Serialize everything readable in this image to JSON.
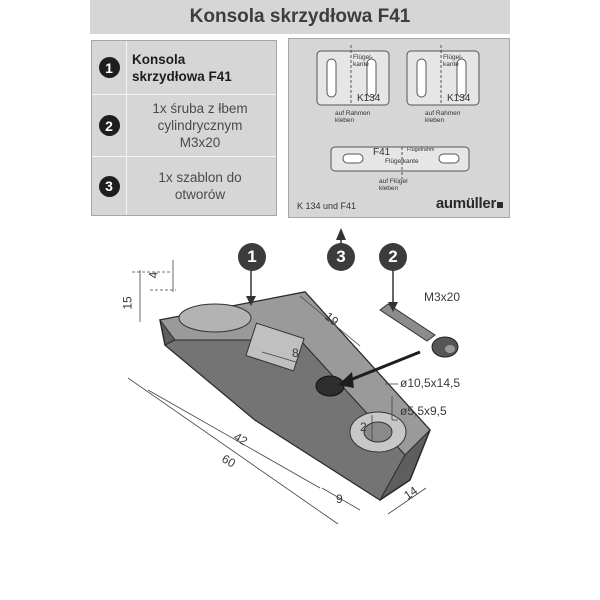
{
  "title": "Konsola skrzydłowa F41",
  "parts": [
    {
      "num": "1",
      "text": "Konsola\nskrzydłowa F41"
    },
    {
      "num": "2",
      "text": "1x  śruba z łbem\ncylindrycznym\nM3x20"
    },
    {
      "num": "3",
      "text": "1x  szablon do\notworów"
    }
  ],
  "template": {
    "label_fluegelkante_1": "Flügel-\nkante",
    "label_k134_1": "K134",
    "label_rahmen_1": "auf Rahmen\nkleben",
    "label_fluegelkante_2": "Flügel-\nkante",
    "label_k134_2": "K134",
    "label_rahmen_2": "auf Rahmen\nkleben",
    "label_f41": "F41",
    "label_fluegelrahmen": "Flügelrahm",
    "label_fluegelkante_3": "Flügelkante",
    "label_fluegel_kleben": "auf Flügel\nkleben",
    "code": "K 134 und F41",
    "brand": "aumüller"
  },
  "callouts": {
    "c1": "1",
    "c2": "2",
    "c3": "3"
  },
  "dimensions": {
    "screw": "M3x20",
    "d_15": "15",
    "d_4": "4",
    "d_19": "19",
    "d_8": "8",
    "d_42": "42",
    "d_60": "60",
    "d_9": "9",
    "d_14": "14",
    "d_2": "2",
    "hole_large": "ø10,5x14,5",
    "hole_small": "ø5,5x9,5"
  },
  "colors": {
    "panel": "#d6d6d6",
    "part": "#6e6e6e",
    "badge": "#3c3c3c"
  }
}
